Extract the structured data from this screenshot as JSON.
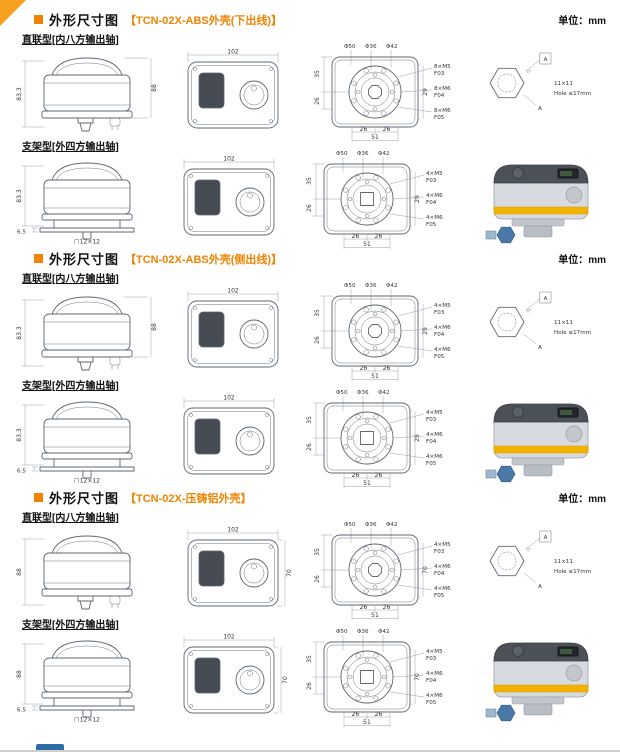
{
  "page": {
    "footer_color": "#2e6da4"
  },
  "sections": [
    {
      "heading": "外形尺寸图",
      "model": "【TCN-02X-ABS外壳(下出线)】",
      "unit": "单位：mm",
      "sub1": "直联型[内八方输出轴]",
      "sub2": "支架型[外四方输出轴]",
      "rows": [
        {
          "side": {
            "h_left": "83.3",
            "h_right": "88"
          },
          "front": {
            "w": "102"
          },
          "back": {
            "d1": "Φ50",
            "d2": "Φ36",
            "d3": "Φ42",
            "left1": "35",
            "left2": "26",
            "right": "29",
            "b1": "26",
            "b2": "26",
            "total": "51",
            "m1": "8×M5",
            "f1": "F03",
            "m2": "8×M6",
            "f2": "F04",
            "m3": "8×M6",
            "f3": "F05"
          },
          "hexd": {
            "a": "A",
            "dim": "11×11",
            "hole": "Hole ≤17mm"
          }
        },
        {
          "side": {
            "h_left": "83.3",
            "bottom": "6.5",
            "square": "□12×12"
          },
          "front": {
            "w": "102"
          },
          "back": {
            "d1": "Φ50",
            "d2": "Φ36",
            "d3": "Φ42",
            "left1": "35",
            "left2": "26",
            "right": "29",
            "b1": "26",
            "b2": "26",
            "total": "51",
            "m1": "4×M5",
            "f1": "F03",
            "m2": "4×M6",
            "f2": "F04",
            "m3": "4×M6",
            "f3": "F05"
          }
        }
      ]
    },
    {
      "heading": "外形尺寸图",
      "model": "【TCN-02X-ABS外壳(侧出线)】",
      "unit": "单位：mm",
      "sub1": "直联型[内八方输出轴]",
      "sub2": "支架型[外四方输出轴]",
      "rows": [
        {
          "side": {
            "h_left": "83.3",
            "h_right": "88"
          },
          "front": {
            "w": "102"
          },
          "back": {
            "d1": "Φ50",
            "d2": "Φ36",
            "d3": "Φ42",
            "left1": "35",
            "left2": "26",
            "right": "29",
            "b1": "26",
            "b2": "26",
            "total": "51",
            "m1": "4×M5",
            "f1": "F03",
            "m2": "4×M6",
            "f2": "F04",
            "m3": "4×M6",
            "f3": "F05"
          },
          "hexd": {
            "a": "A",
            "dim": "11×11",
            "hole": "Hole ≤17mm"
          }
        },
        {
          "side": {
            "h_left": "83.3",
            "bottom": "6.5",
            "square": "□12×12"
          },
          "front": {
            "w": "102"
          },
          "back": {
            "d1": "Φ50",
            "d2": "Φ36",
            "d3": "Φ42",
            "left1": "35",
            "left2": "26",
            "right": "29",
            "b1": "26",
            "b2": "26",
            "total": "51",
            "m1": "4×M5",
            "f1": "F03",
            "m2": "4×M6",
            "f2": "F04",
            "m3": "4×M6",
            "f3": "F05"
          }
        }
      ]
    },
    {
      "heading": "外形尺寸图",
      "model": "【TCN-02X-压铸铝外壳】",
      "unit": "单位：mm",
      "sub1": "直联型[内八方输出轴]",
      "sub2": "支架型[外四方输出轴]",
      "rows": [
        {
          "side": {
            "h_left": "88"
          },
          "front": {
            "w": "102",
            "h": "70"
          },
          "back": {
            "d1": "Φ50",
            "d2": "Φ36",
            "d3": "Φ42",
            "left1": "35",
            "left2": "26",
            "right": "70",
            "b1": "26",
            "b2": "26",
            "total": "51",
            "m1": "4×M5",
            "f1": "F03",
            "m2": "4×M6",
            "f2": "F04",
            "m3": "4×M6",
            "f3": "F05"
          },
          "hexd": {
            "a": "A",
            "dim": "11×11",
            "hole": "Hole ≤17mm"
          }
        },
        {
          "side": {
            "h_left": "88",
            "bottom": "6.5",
            "square": "□12×12"
          },
          "front": {
            "w": "102",
            "h": "70"
          },
          "back": {
            "d1": "Φ50",
            "d2": "Φ36",
            "d3": "Φ42",
            "left1": "35",
            "left2": "26",
            "right": "70",
            "b1": "26",
            "b2": "26",
            "total": "51",
            "m1": "4×M5",
            "f1": "F03",
            "m2": "4×M6",
            "f2": "F04",
            "m3": "4×M6",
            "f3": "F05"
          }
        }
      ]
    }
  ]
}
